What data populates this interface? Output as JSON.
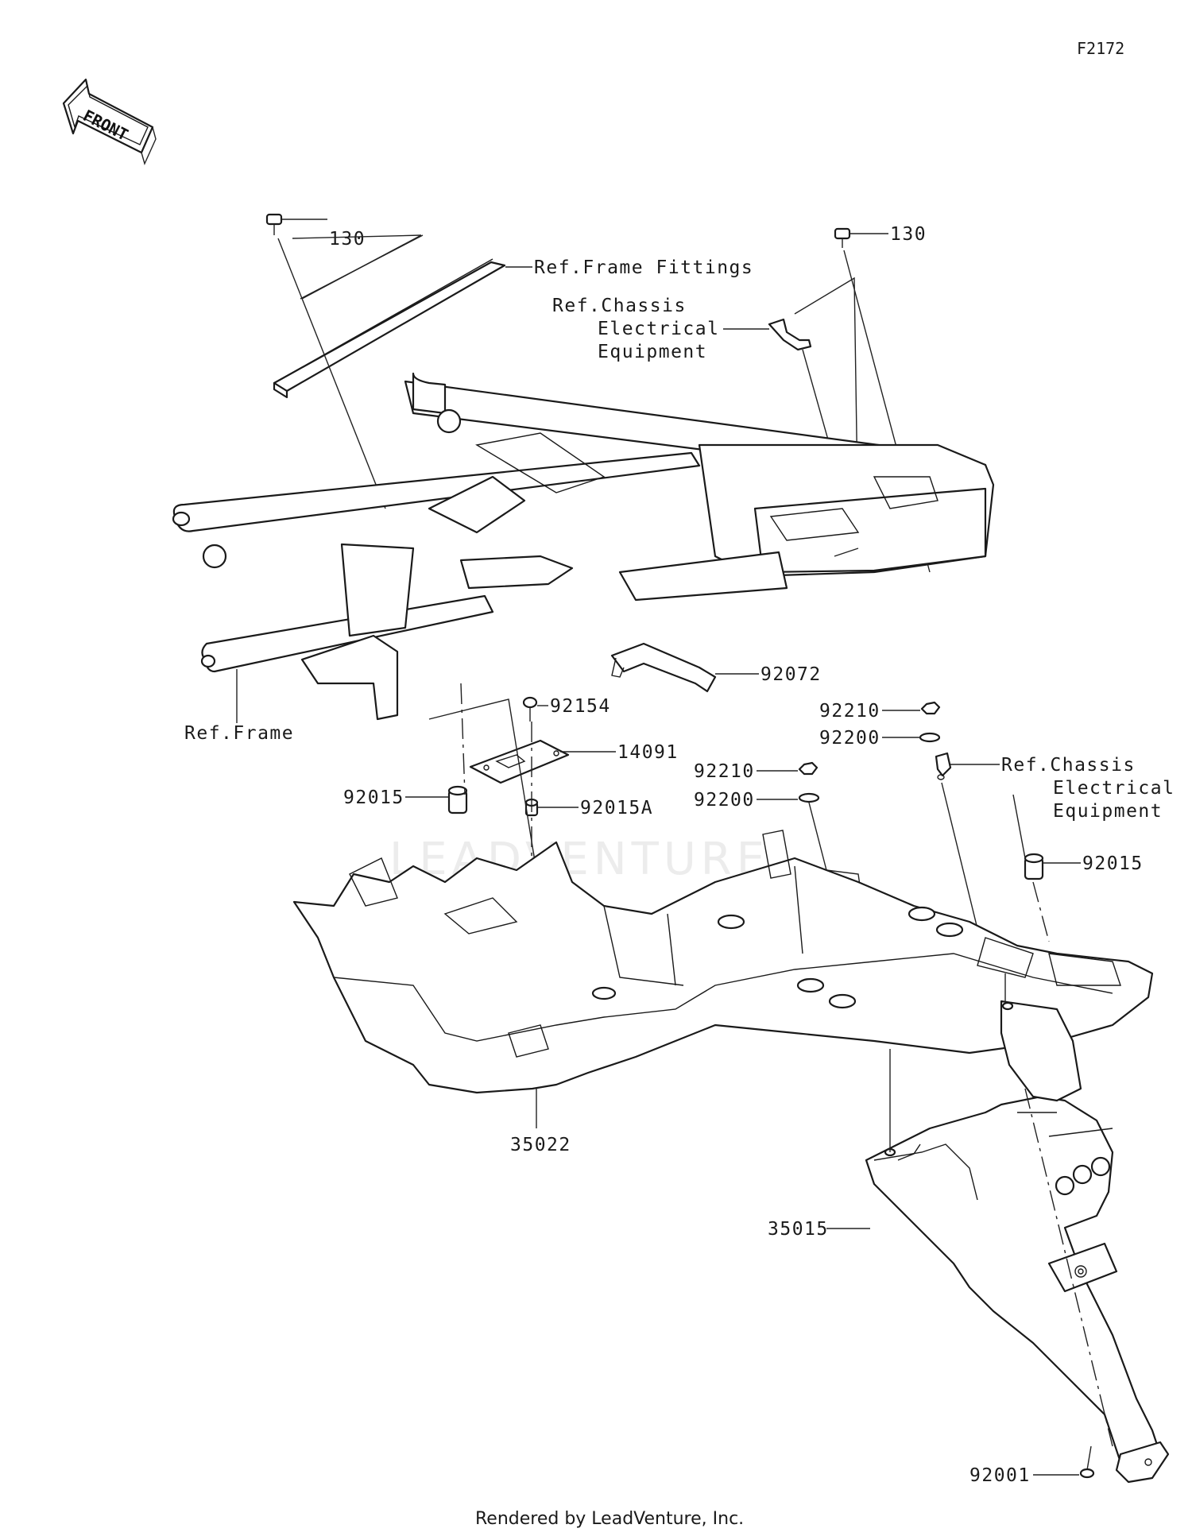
{
  "diagram_code": "F2172",
  "front_arrow_label": "FRONT",
  "watermark": "LEADVENTURE",
  "footer": "Rendered by LeadVenture, Inc.",
  "labels": {
    "bolt_130_left": "130",
    "bolt_130_right": "130",
    "ref_frame_fittings": "Ref.Frame Fittings",
    "ref_chassis_top_1": "Ref.Chassis",
    "ref_chassis_top_2": "Electrical",
    "ref_chassis_top_3": "Equipment",
    "part_92072": "92072",
    "part_92154": "92154",
    "part_14091": "14091",
    "part_92015_left": "92015",
    "part_92015A": "92015A",
    "ref_frame": "Ref.Frame",
    "part_92210_upper": "92210",
    "part_92200_upper": "92200",
    "part_92210_lower": "92210",
    "part_92200_lower": "92200",
    "ref_chassis_right_1": "Ref.Chassis",
    "ref_chassis_right_2": "Electrical",
    "ref_chassis_right_3": "Equipment",
    "part_92015_right": "92015",
    "part_35022": "35022",
    "part_35015": "35015",
    "part_92001": "92001"
  }
}
